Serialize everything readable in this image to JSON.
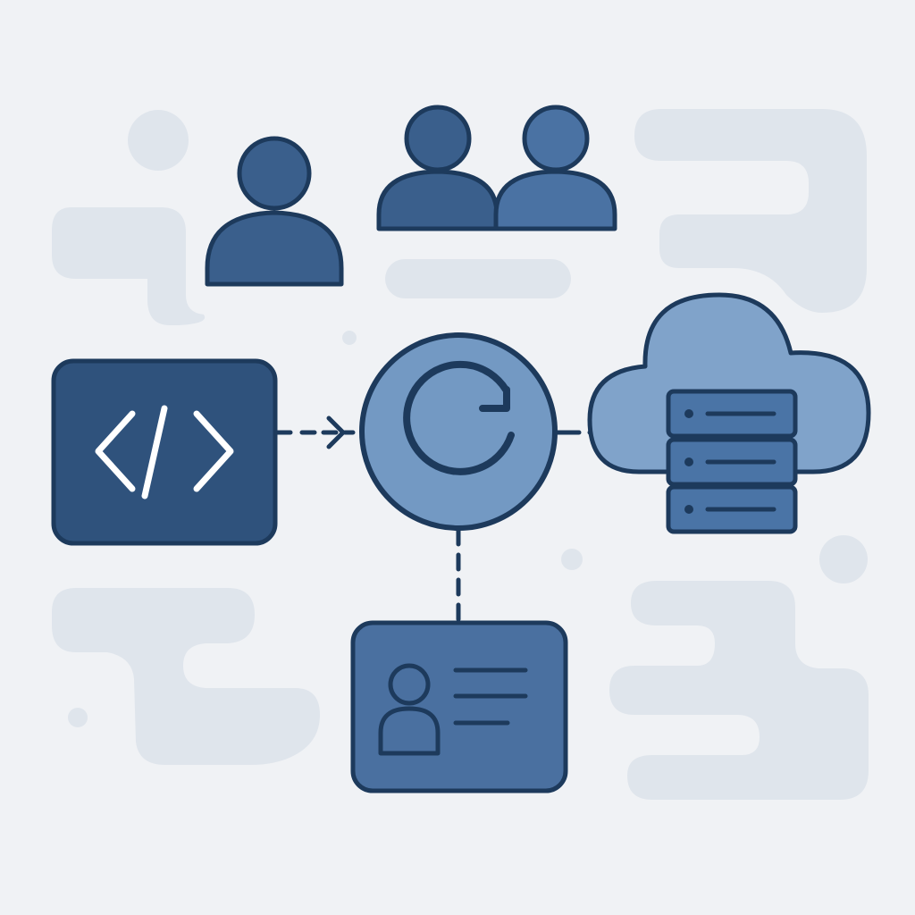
{
  "colors": {
    "background": "#f0f2f5",
    "blob": "#dfe5ec",
    "outline": "#1d3a5c",
    "dark_fill": "#2f527c",
    "mid_fill": "#4a72a3",
    "light_fill": "#7399c3",
    "cloud_fill": "#80a3ca",
    "icon_white": "#ffffff"
  },
  "nodes": [
    {
      "id": "single-user",
      "icon": "user-icon"
    },
    {
      "id": "user-group",
      "icon": "users-icon"
    },
    {
      "id": "code",
      "icon": "code-icon"
    },
    {
      "id": "sync",
      "icon": "refresh-icon"
    },
    {
      "id": "cloud-server",
      "icon": "cloud-server-icon"
    },
    {
      "id": "profile-card",
      "icon": "id-card-icon"
    }
  ],
  "edges": [
    {
      "from": "code",
      "to": "sync",
      "style": "dashed-arrow"
    },
    {
      "from": "sync",
      "to": "cloud-server",
      "style": "arrow"
    },
    {
      "from": "sync",
      "to": "profile-card",
      "style": "dashed"
    }
  ]
}
